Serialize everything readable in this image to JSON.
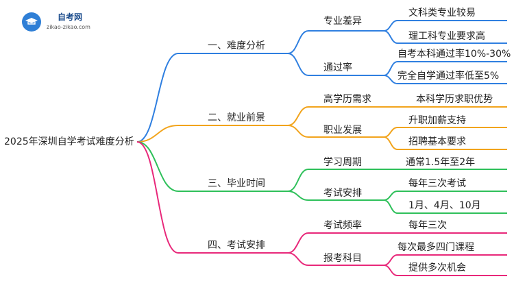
{
  "logo": {
    "title": "自考网",
    "url": "zikao-zikao.com"
  },
  "root": "2025年深圳自学考试难度分析",
  "colors": {
    "blue": "#2f7fe0",
    "orange": "#f2a41c",
    "green": "#2ec05a",
    "pink": "#e8287a"
  },
  "branches": [
    {
      "label": "一、难度分析",
      "color": "blue",
      "children": [
        {
          "label": "专业差异",
          "leaves": [
            "文科类专业较易",
            "理工科专业要求高"
          ]
        },
        {
          "label": "通过率",
          "leaves": [
            "自考本科通过率10%-30%",
            "完全自学通过率低至5%"
          ]
        }
      ]
    },
    {
      "label": "二、就业前景",
      "color": "orange",
      "children": [
        {
          "label": "高学历需求",
          "leaves": [
            "本科学历求职优势"
          ]
        },
        {
          "label": "职业发展",
          "leaves": [
            "升职加薪支持",
            "招聘基本要求"
          ]
        }
      ]
    },
    {
      "label": "三、毕业时间",
      "color": "green",
      "children": [
        {
          "label": "学习周期",
          "leaves": [
            "通常1.5年至2年"
          ]
        },
        {
          "label": "考试安排",
          "leaves": [
            "每年三次考试",
            "1月、4月、10月"
          ]
        }
      ]
    },
    {
      "label": "四、考试安排",
      "color": "pink",
      "children": [
        {
          "label": "考试频率",
          "leaves": [
            "每年三次"
          ]
        },
        {
          "label": "报考科目",
          "leaves": [
            "每次最多四门课程",
            "提供多次机会"
          ]
        }
      ]
    }
  ]
}
